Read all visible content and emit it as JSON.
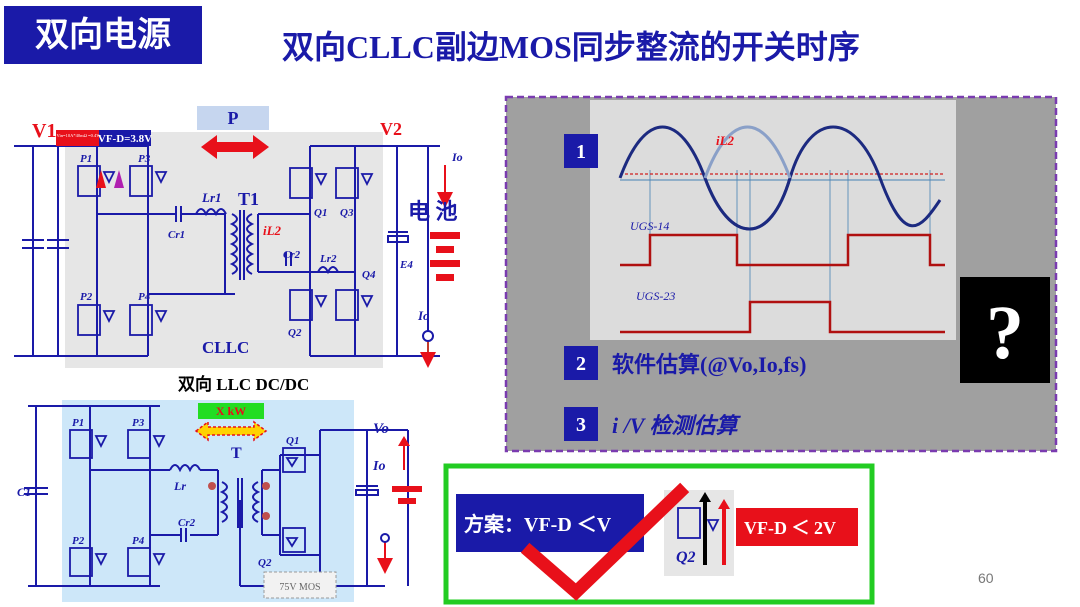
{
  "header": {
    "tag": "双向电源",
    "title": "双向CLLC副边MOS同步整流的开关时序"
  },
  "top_circuit": {
    "caption": "双向 LLC  DC/DC",
    "label_v1": "V1",
    "label_v2": "V2",
    "badge_tiny": "Vin=10A*40mΩ =0.4V",
    "badge_vfd": "VF-D=3.8V",
    "power_label": "P",
    "transformer": "T1",
    "lr1": "Lr1",
    "cr1": "Cr1",
    "cr2": "Cr2",
    "lr2": "Lr2",
    "il2": "iL2",
    "q1": "Q1",
    "q2": "Q2",
    "q3": "Q3",
    "q4": "Q4",
    "p1": "P1",
    "p2": "P2",
    "p3": "P3",
    "p4": "P4",
    "e4": "E4",
    "io_top": "Io",
    "io_bottom": "Io",
    "battery_label": "电 池",
    "topology_label": "CLLC"
  },
  "bottom_circuit": {
    "power_label": "X  kW",
    "transformer": "T",
    "lr": "Lr",
    "cr2": "Cr2",
    "c1": "C1",
    "vo": "Vo",
    "io": "Io",
    "q1": "Q1",
    "q2": "Q2",
    "p1": "P1",
    "p2": "P2",
    "p3": "P3",
    "p4": "P4",
    "mos_label": "75V MOS"
  },
  "timing_panel": {
    "item1": "1",
    "il2": "iL2",
    "ugs14": "UGS-14",
    "ugs23": "UGS-23",
    "item2": "2",
    "item2_text": "软件估算(@Vo,Io,fs)",
    "item3": "3",
    "item3_text": "i /V 检测估算",
    "question": "?"
  },
  "scheme_box": {
    "scheme_text": "方案：VF-D ＜V",
    "q2": "Q2",
    "vfd_text": "VF-D ＜ 2V"
  },
  "page_number": "60",
  "colors": {
    "accent_blue": "#1a1aa8",
    "red": "#e8101a",
    "green_frame": "#22cc22",
    "panel_gray": "#a0a0a0",
    "light_blue": "#cde7f9"
  }
}
